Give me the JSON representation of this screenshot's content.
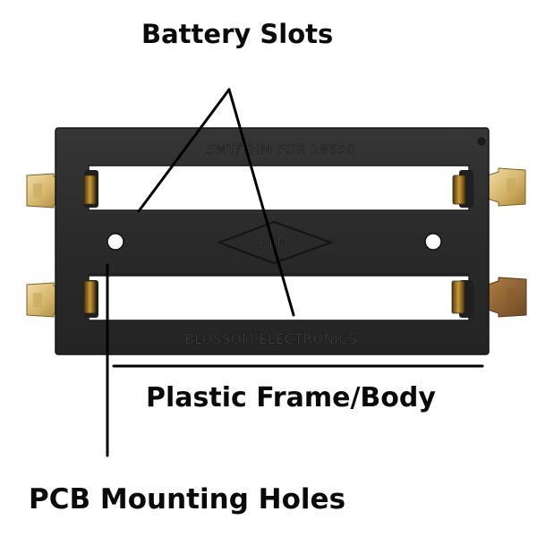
{
  "labels": {
    "battery_slots": "Battery Slots",
    "plastic_frame": "Plastic Frame/Body",
    "pcb_mounting_holes": "PCB Mounting Holes"
  },
  "molded_text": {
    "top_edge": "SMT/THM FOR 18650",
    "center_logo": "BLM",
    "bottom_edge": "BLOSSOM ELECTRONICS"
  },
  "colors": {
    "plastic": "#2c2c2c",
    "slot_background": "#ffffff",
    "terminal_brass": "#d9bd7a",
    "spring_contact": "#b08a2e",
    "leader_line": "#000000"
  }
}
